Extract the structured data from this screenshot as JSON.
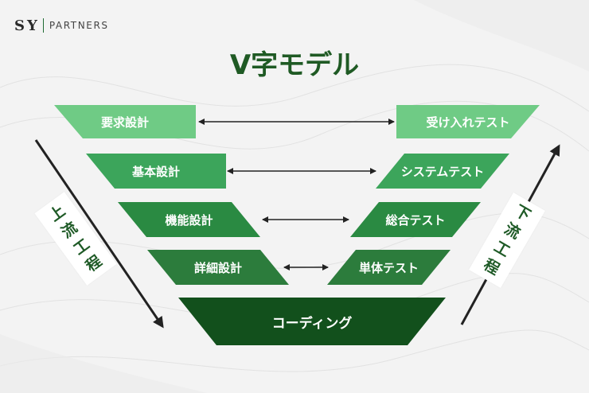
{
  "logo": {
    "mark": "SY",
    "text": "PARTNERS"
  },
  "title": "V字モデル",
  "left_blocks": [
    {
      "label": "要求設計",
      "color": "#6fcb85"
    },
    {
      "label": "基本設計",
      "color": "#3ca55b"
    },
    {
      "label": "機能設計",
      "color": "#2a8a42"
    },
    {
      "label": "詳細設計",
      "color": "#2c7c3c"
    }
  ],
  "right_blocks": [
    {
      "label": "受け入れテスト",
      "color": "#6fcb85"
    },
    {
      "label": "システムテスト",
      "color": "#3ca55b"
    },
    {
      "label": "総合テスト",
      "color": "#2a8a42"
    },
    {
      "label": "単体テスト",
      "color": "#2c7c3c"
    }
  ],
  "bottom_block": {
    "label": "コーディング",
    "color": "#12501c"
  },
  "upstream_label": [
    "上",
    "流",
    "工",
    "程"
  ],
  "downstream_label": [
    "下",
    "流",
    "工",
    "程"
  ],
  "colors": {
    "arrow": "#222222",
    "title": "#1f5a24"
  }
}
